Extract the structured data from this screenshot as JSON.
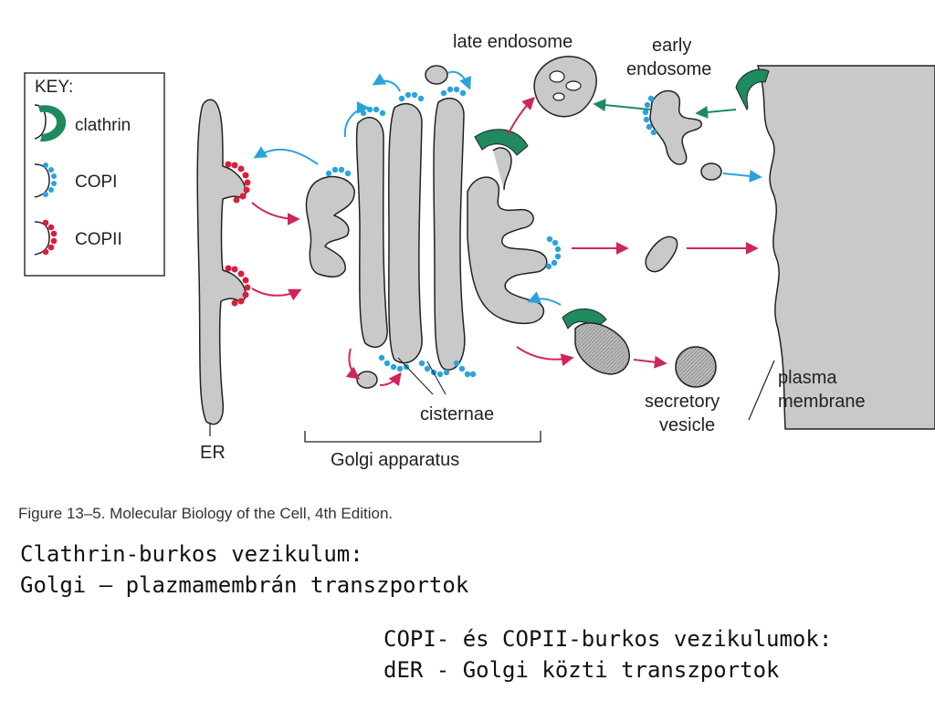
{
  "key": {
    "title": "KEY:",
    "items": [
      {
        "label": "clathrin",
        "coat": "clathrin"
      },
      {
        "label": "COPI",
        "coat": "copi"
      },
      {
        "label": "COPII",
        "coat": "copii"
      }
    ]
  },
  "labels": {
    "late_endosome": "late endosome",
    "early_endosome_1": "early",
    "early_endosome_2": "endosome",
    "er": "ER",
    "golgi_apparatus": "Golgi apparatus",
    "cisternae": "cisternae",
    "secretory_1": "secretory",
    "secretory_2": "vesicle",
    "plasma_1": "plasma",
    "plasma_2": "membrane"
  },
  "caption": "Figure 13–5. Molecular Biology of the Cell, 4th Edition.",
  "notes": {
    "clathrin_line1": "Clathrin-burkos vezikulum:",
    "clathrin_line2": "Golgi – plazmamembrán transzportok",
    "cop_line1": "COPI- és COPII-burkos vezikulumok:",
    "cop_line2": "dER - Golgi közti transzportok"
  },
  "colors": {
    "membrane": "#c9c9c9",
    "outline": "#222222",
    "clathrin": "#1e8a5e",
    "copi": "#2aa3dc",
    "copii": "#d81f3c",
    "arrow_red": "#d0255a",
    "arrow_blue": "#2aa3dc",
    "arrow_green": "#1e8a5e"
  }
}
